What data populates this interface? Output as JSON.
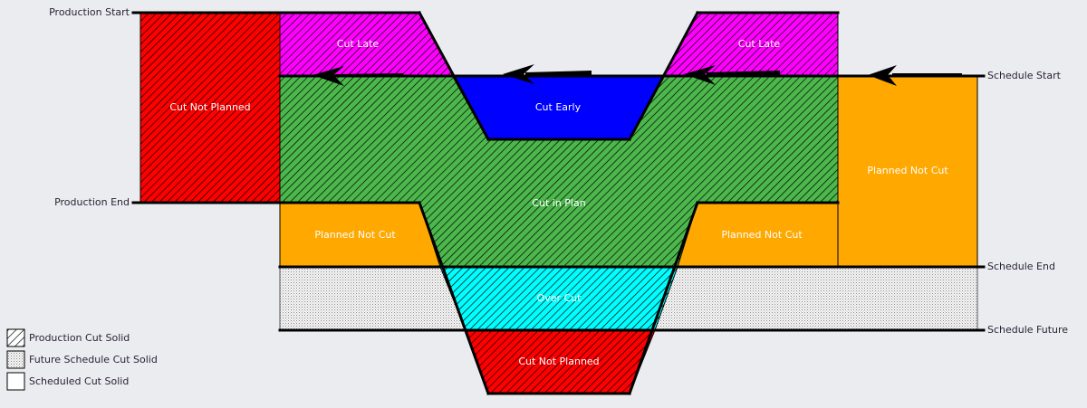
{
  "title": "Production vs Schedule Cut Diagram",
  "colors": {
    "cut_not_planned": "#ff0000",
    "cut_late": "#ff00ff",
    "cut_early": "#0000ff",
    "cut_in_plan": "#4cb84c",
    "planned_not_cut": "#ffa800",
    "over_cut": "#00ffff",
    "future": "#f4f4f4",
    "background": "#eaecf0"
  },
  "levels": {
    "left": [
      {
        "key": "production_start",
        "label": "Production Start"
      },
      {
        "key": "production_end",
        "label": "Production End"
      }
    ],
    "right": [
      {
        "key": "schedule_start",
        "label": "Schedule Start"
      },
      {
        "key": "schedule_end",
        "label": "Schedule End"
      },
      {
        "key": "schedule_future",
        "label": "Schedule Future"
      }
    ]
  },
  "regions": {
    "cut_not_planned_left": "Cut Not Planned",
    "cut_late_left": "Cut Late",
    "cut_late_right": "Cut Late",
    "cut_early": "Cut Early",
    "cut_in_plan": "Cut in Plan",
    "planned_not_cut_left": "Planned Not Cut",
    "planned_not_cut_right": "Planned Not Cut",
    "planned_not_cut_far_right": "Planned Not Cut",
    "over_cut": "Over Cut",
    "cut_not_planned_bottom": "Cut Not Planned"
  },
  "legend": [
    {
      "key": "production",
      "label": "Production Cut Solid",
      "fill": "hatch"
    },
    {
      "key": "future",
      "label": "Future Schedule Cut Solid",
      "fill": "dots"
    },
    {
      "key": "scheduled",
      "label": "Scheduled Cut Solid",
      "fill": "solid"
    }
  ],
  "arrows": [
    {
      "name": "shift-arrow-1",
      "direction": "left"
    },
    {
      "name": "shift-arrow-2",
      "direction": "left"
    },
    {
      "name": "shift-arrow-3",
      "direction": "left"
    },
    {
      "name": "shift-arrow-4",
      "direction": "left"
    }
  ]
}
